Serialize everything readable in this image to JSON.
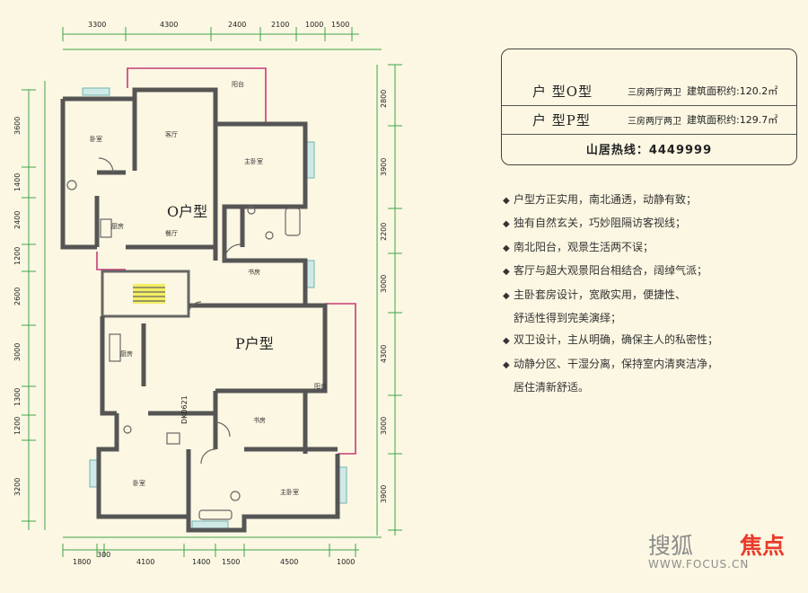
{
  "dimensions": {
    "top": [
      "3300",
      "4300",
      "2400",
      "2100",
      "1000",
      "1500"
    ],
    "bottom": [
      "1800",
      "300",
      "4100",
      "1400",
      "1500",
      "4500",
      "1000"
    ],
    "left": [
      "3600",
      "1400",
      "2400",
      "1200",
      "2600",
      "3000",
      "1300",
      "1200",
      "3200"
    ],
    "right": [
      "2800",
      "3900",
      "2200",
      "3000",
      "4300",
      "3000",
      "3900"
    ],
    "stair_label": "DK0621"
  },
  "rooms": {
    "balcony": "阳台",
    "bedroom": "卧室",
    "living": "客厅",
    "master_bedroom": "主卧室",
    "kitchen": "厨房",
    "hall": "餐厅",
    "study": "书房"
  },
  "unit_labels": {
    "o": "O户型",
    "p": "P户型"
  },
  "info_table": {
    "rows": [
      {
        "type": "户  型O型",
        "layout": "三房两厅两卫",
        "area": "建筑面积约:120.2㎡"
      },
      {
        "type": "户  型P型",
        "layout": "三房两厅两卫",
        "area": "建筑面积约:129.7㎡"
      }
    ],
    "hotline": "山居热线：4449999"
  },
  "features": [
    "户型方正实用，南北通透，动静有致；",
    "独有自然玄关，巧妙阻隔访客视线；",
    "南北阳台，观景生活两不误；",
    "客厅与超大观景阳台相结合，阔绰气派；",
    "主卧套房设计，宽敞实用，便捷性、",
    "舒适性得到完美演绎；",
    "双卫设计，主从明确，确保主人的私密性；",
    "动静分区、干湿分离，保持室内清爽洁净，",
    "居住清新舒适。"
  ],
  "feature_bullets": [
    true,
    true,
    true,
    true,
    true,
    false,
    true,
    true,
    false
  ],
  "watermark": {
    "text_gray": "搜狐",
    "text_red": "焦点",
    "url": "WWW.FOCUS.CN"
  }
}
